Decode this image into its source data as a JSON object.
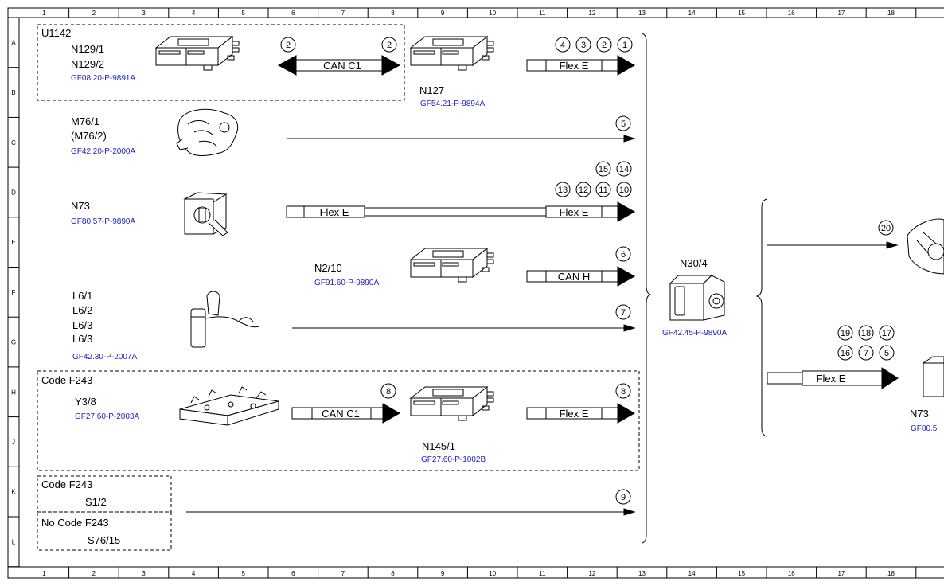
{
  "grid": {
    "columns": [
      "1",
      "2",
      "3",
      "4",
      "5",
      "6",
      "7",
      "8",
      "9",
      "10",
      "11",
      "12",
      "13",
      "14",
      "15",
      "16",
      "17",
      "18"
    ],
    "rows": [
      "A",
      "B",
      "C",
      "D",
      "E",
      "F",
      "G",
      "H",
      "J",
      "K",
      "L"
    ]
  },
  "colors": {
    "line": "#000000",
    "ref": "#1f1fbf"
  },
  "groups": {
    "u1142": "U1142",
    "code_f243": "Code F243",
    "code_f243_s": "Code F243",
    "no_code_f243": "No Code F243"
  },
  "components": {
    "n129": {
      "labels": [
        "N129/1",
        "N129/2"
      ],
      "ref": "GF08.20-P-9891A",
      "icon": "control-unit-icon"
    },
    "n127": {
      "labels": [
        "N127"
      ],
      "ref": "GF54.21-P-9894A",
      "icon": "control-unit-icon"
    },
    "m76": {
      "labels": [
        "M76/1",
        "(M76/2)"
      ],
      "ref": "GF42.20-P-2000A",
      "icon": "actuator-motor-icon"
    },
    "n73": {
      "labels": [
        "N73"
      ],
      "ref": "GF80.57-P-9890A",
      "icon": "ignition-switch-icon"
    },
    "n2_10": {
      "labels": [
        "N2/10"
      ],
      "ref": "GF91.60-P-9890A",
      "icon": "control-unit-icon"
    },
    "l6": {
      "labels": [
        "L6/1",
        "L6/2",
        "L6/3",
        "L6/3"
      ],
      "ref": "GF42.30-P-2007A",
      "icon": "speed-sensor-icon"
    },
    "y3_8": {
      "labels": [
        "Y3/8"
      ],
      "ref": "GF27.60-P-2003A",
      "icon": "valve-body-icon"
    },
    "n145_1": {
      "labels": [
        "N145/1"
      ],
      "ref": "GF27.60-P-1002B",
      "icon": "control-unit-icon"
    },
    "s1_2": {
      "labels": [
        "S1/2"
      ]
    },
    "s76_15": {
      "labels": [
        "S76/15"
      ]
    },
    "n30_4": {
      "labels": [
        "N30/4"
      ],
      "ref": "GF42.45-P-9890A",
      "icon": "esp-control-unit-icon"
    },
    "n73_right": {
      "labels": [
        "N73"
      ],
      "ref": "GF80.5",
      "icon": "ignition-switch-icon"
    },
    "right_part": {
      "icon": "steering-column-icon"
    }
  },
  "buses": {
    "can_c1": "CAN C1",
    "flex_e": "Flex E",
    "can_h": "CAN H"
  },
  "circles": {
    "c2": "2",
    "c4": "4",
    "c3": "3",
    "c1": "1",
    "c5": "5",
    "c15": "15",
    "c14": "14",
    "c13": "13",
    "c12": "12",
    "c11": "11",
    "c10": "10",
    "c6": "6",
    "c7": "7",
    "c8": "8",
    "c9": "9",
    "c20": "20",
    "c19": "19",
    "c18": "18",
    "c17": "17",
    "c16": "16"
  }
}
